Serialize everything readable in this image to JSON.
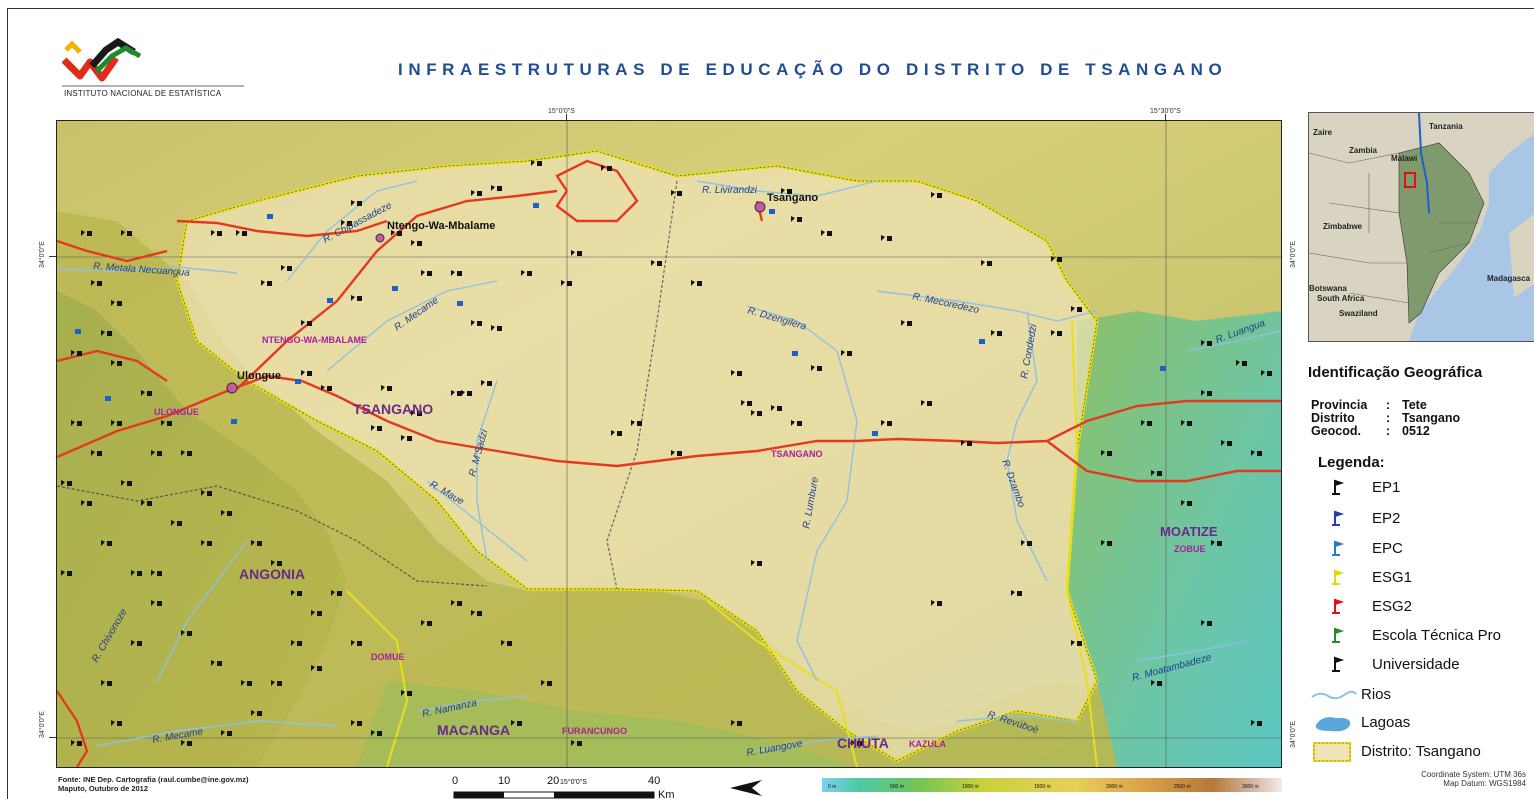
{
  "header": {
    "title": "INFRAESTRUTURAS DE EDUCAÇÃO DO DISTRITO DE TSANGANO",
    "logo_text": "INSTITUTO NACIONAL DE ESTATÍSTICA"
  },
  "coords": {
    "top_left": "15°0'0\"S",
    "top_right": "15°30'0\"S",
    "bottom": "15°0'0\"S",
    "side_top": "34°0'0\"E",
    "side_bottom": "34°0'0\"E"
  },
  "map": {
    "places": [
      {
        "name": "Tsangano"
      },
      {
        "name": "Ntengo-Wa-Mbalame"
      },
      {
        "name": "Ulongue"
      }
    ],
    "admin_posts": [
      "NTENGO-WA-MBALAME",
      "ULONGUE",
      "TSANGANO",
      "DOMUE",
      "FURANCUNGO",
      "KAZULA",
      "ZOBUE"
    ],
    "districts": [
      "TSANGANO",
      "ANGONIA",
      "MACANGA",
      "CHIUTA",
      "MOATIZE"
    ],
    "rivers": [
      "R. Livirandzi",
      "R. Chipassadeze",
      "R. Metala Necuangua",
      "R. Mecame",
      "R. Mecoredezo",
      "R. Dzengilera",
      "R. Condedzi",
      "R. M'Sadzi",
      "R. Maue",
      "R. Lumbure",
      "R. Dzambo",
      "R. Chivonoze",
      "R. Namanza",
      "R. Mecame",
      "R. Revúboè",
      "R. Luangua",
      "R. Luangove",
      "R. Moatambadeze"
    ]
  },
  "inset": {
    "labels": [
      "Zaire",
      "Tanzania",
      "Zambia",
      "Malawi",
      "Zimbabwe",
      "Botswana",
      "South Africa",
      "Swaziland",
      "Madagasca"
    ]
  },
  "geo": {
    "title": "Identificação Geográfica",
    "rows": [
      {
        "key": "Provincia",
        "sep": ":",
        "value": "Tete"
      },
      {
        "key": "Distrito",
        "sep": ":",
        "value": "Tsangano"
      },
      {
        "key": "Geocod.",
        "sep": ":",
        "value": "0512"
      }
    ]
  },
  "legend": {
    "title": "Legenda:",
    "items": [
      {
        "label": "EP1",
        "color": "#111111"
      },
      {
        "label": "EP2",
        "color": "#1f3fb0"
      },
      {
        "label": "EPC",
        "color": "#2a78c8"
      },
      {
        "label": "ESG1",
        "color": "#e8d400"
      },
      {
        "label": "ESG2",
        "color": "#e01010"
      },
      {
        "label": "Escola Técnica Pro",
        "color": "#2a8a2a"
      },
      {
        "label": "Universidade",
        "color": "#111111"
      }
    ],
    "rios": "Rios",
    "lagoas": "Lagoas",
    "distrito": "Distrito: Tsangano"
  },
  "footer": {
    "source_line1": "Fonte: INE Dep. Cartografia (raul.cumbe@ine.gov.mz)",
    "source_line2": "Maputo, Outubro de 2012",
    "scale_labels": [
      "0",
      "10",
      "20",
      "40"
    ],
    "scale_unit": "Km",
    "colorbar_labels": [
      "0 m",
      "500 m",
      "1000 m",
      "1500 m",
      "2000 m",
      "2500 m",
      "3000 m"
    ],
    "cs_line1": "Coordinate System: UTM 36s",
    "cs_line2": "Map Datum: WGS1984"
  }
}
